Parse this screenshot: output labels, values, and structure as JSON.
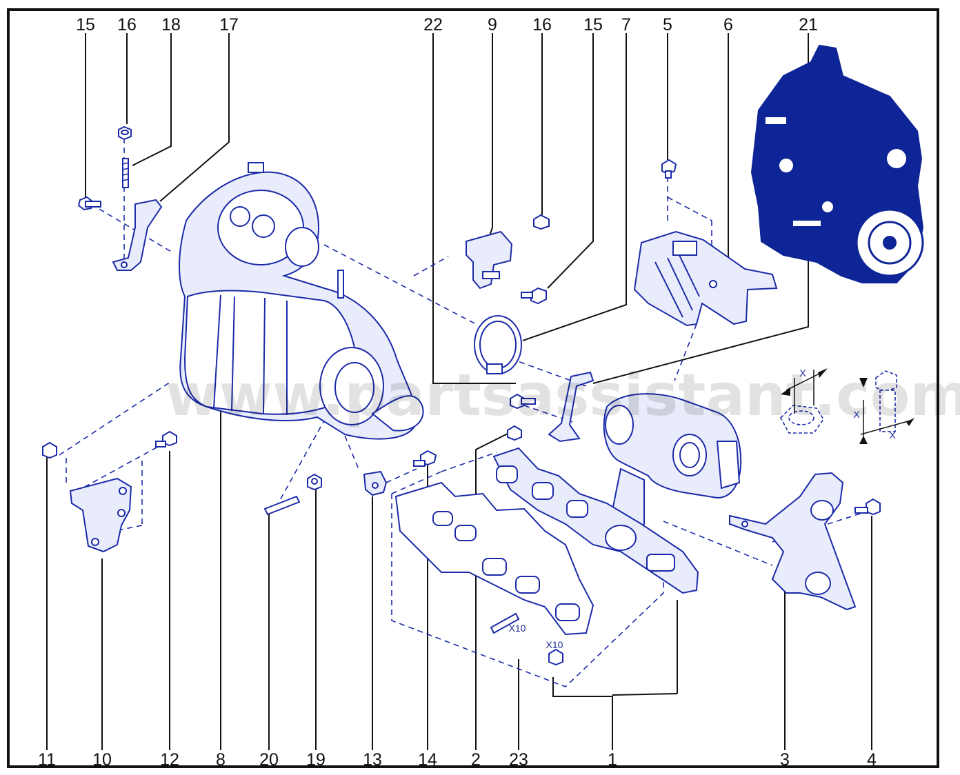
{
  "callouts": {
    "top": [
      "15",
      "16",
      "18",
      "17",
      "22",
      "9",
      "16",
      "15",
      "7",
      "5",
      "6",
      "21"
    ],
    "bottom": [
      "11",
      "10",
      "12",
      "8",
      "20",
      "19",
      "13",
      "14",
      "2",
      "23",
      "1",
      "3",
      "4"
    ]
  },
  "annotations": {
    "x10_stud": "X10",
    "x10_nut": "X10",
    "x_nut": "X",
    "x_bolt_a": "X",
    "x_bolt_b": "X"
  },
  "watermark": "www.partsassistant.com",
  "colors": {
    "line_art": "#1b2aa8",
    "engine_fill": "#0d2596",
    "frame": "#111111"
  }
}
